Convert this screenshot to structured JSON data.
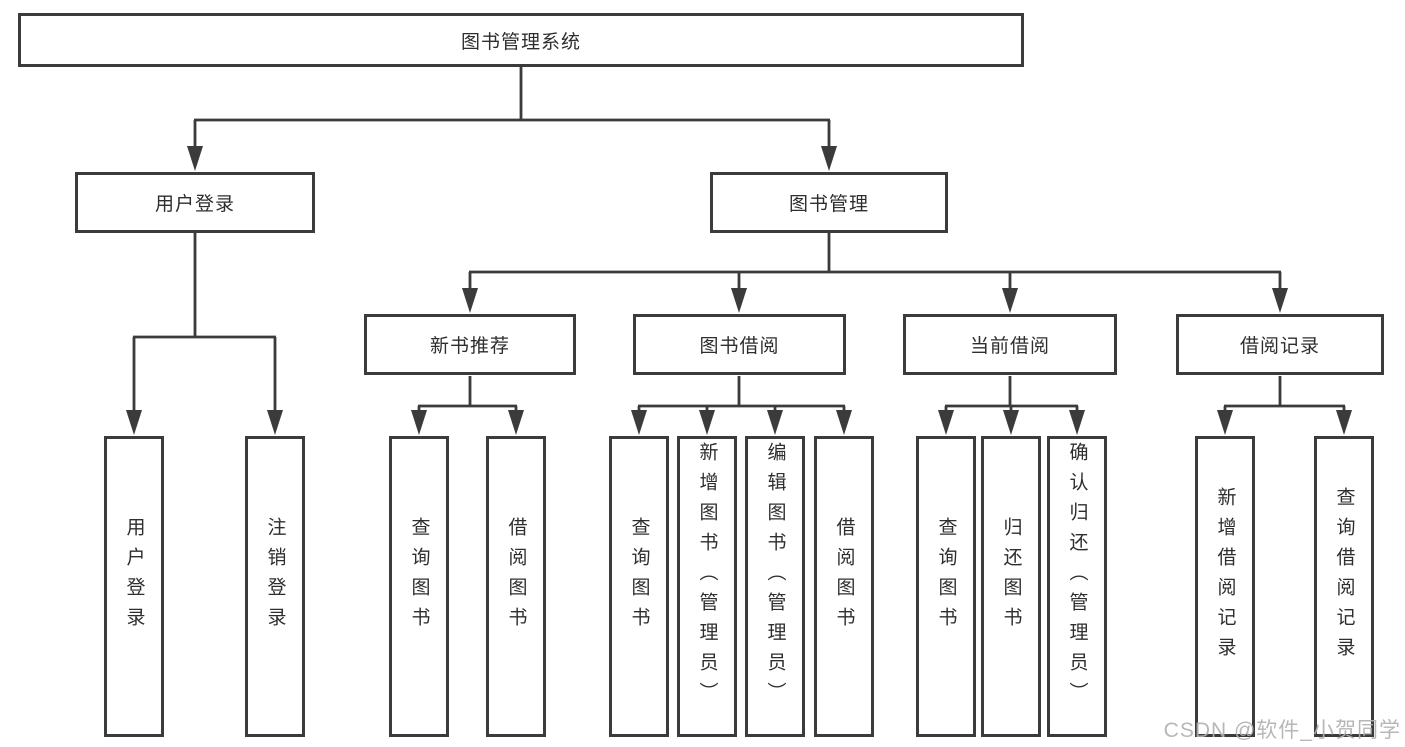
{
  "diagram": {
    "root_label": "图书管理系统",
    "user_login": {
      "label": "用户登录",
      "children": [
        "用户登录",
        "注销登录"
      ]
    },
    "book_management": {
      "label": "图书管理",
      "sections": {
        "new_book_recommend": {
          "label": "新书推荐",
          "children": [
            "查询图书",
            "借阅图书"
          ]
        },
        "book_borrowing": {
          "label": "图书借阅",
          "children": [
            "查询图书",
            "新增图书（管理员）",
            "编辑图书（管理员）",
            "借阅图书"
          ]
        },
        "current_borrowing": {
          "label": "当前借阅",
          "children": [
            "查询图书",
            "归还图书",
            "确认归还（管理员）"
          ]
        },
        "borrowing_records": {
          "label": "借阅记录",
          "children": [
            "新增借阅记录",
            "查询借阅记录"
          ]
        }
      }
    }
  },
  "watermark": "CSDN @软件_小贺同学",
  "colors": {
    "line": "#3b3b3b",
    "text": "#2e2e2e",
    "watermark": "#b1b1b1",
    "background": "#ffffff"
  }
}
